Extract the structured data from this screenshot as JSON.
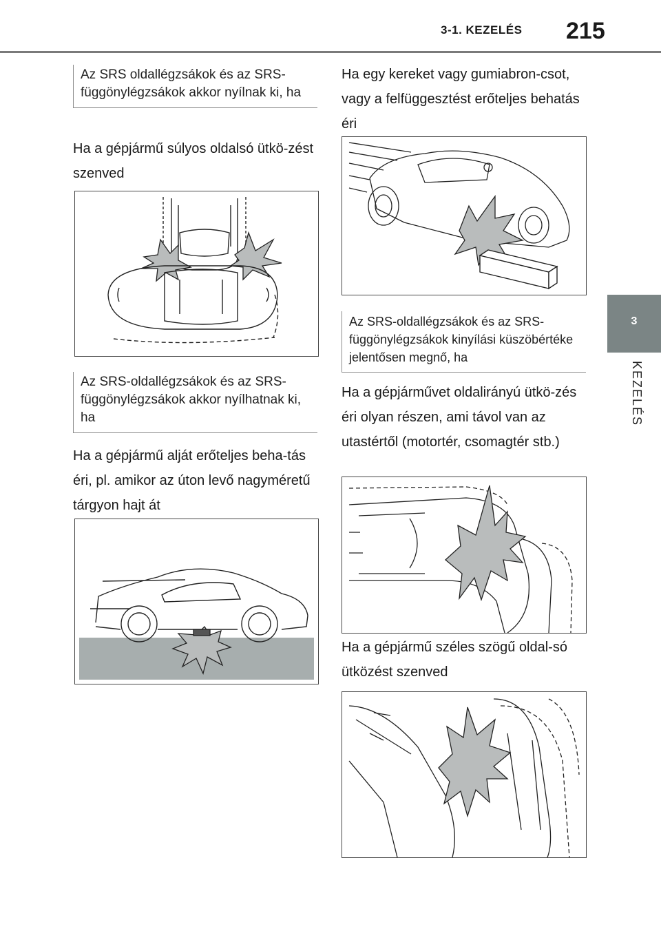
{
  "header": {
    "section": "3-1. KEZELÉS",
    "page_number": "215"
  },
  "side_tab": {
    "chapter_number": "3",
    "chapter_label": "KEZELÉS"
  },
  "left_column": {
    "note1": "Az SRS oldallégzsákok és az SRS-függönylégzsákok akkor nyílnak ki, ha",
    "item1": "Ha a gépjármű súlyos oldalsó ütkö-zést szenved",
    "note2": "Az SRS-oldallégzsákok és az SRS-függönylégzsákok akkor nyílhatnak ki, ha",
    "item2": "Ha a gépjármű alját erőteljes beha-tás éri, pl. amikor az úton levő nagyméretű tárgyon hajt át"
  },
  "right_column": {
    "item3": "Ha egy kereket vagy gumiabron-csot, vagy a felfüggesztést erőteljes behatás éri",
    "note3": "Az SRS-oldallégzsákok és az SRS-függönylégzsákok kinyílási küszöbértéke jelentősen megnő, ha",
    "item4": "Ha a gépjárművet oldalirányú ütkö-zés éri olyan részen, ami távol van az utastértől (motortér, csomagtér stb.)",
    "item5": "Ha a gépjármű széles szögű oldal-só ütközést szenved"
  },
  "figures": {
    "impact_color": "#b9bcbc",
    "ground_color": "#a7aeae"
  }
}
